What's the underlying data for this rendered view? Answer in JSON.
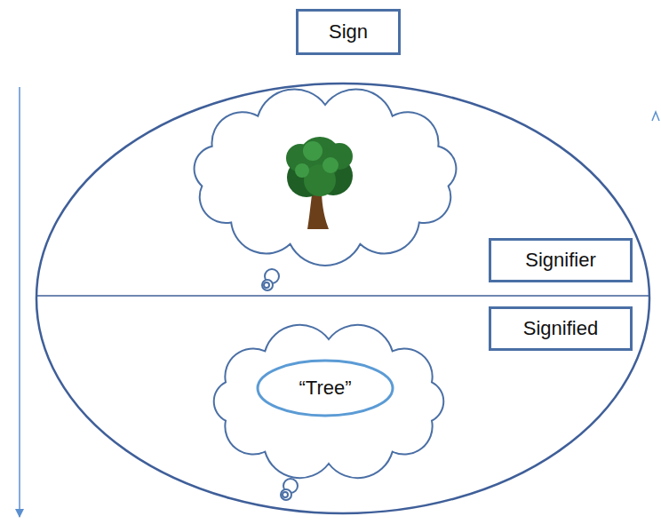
{
  "diagram": {
    "nodes": [
      {
        "text": [
          "Sign"
        ]
      },
      {
        "text": [
          "Signifier"
        ]
      },
      {
        "text": [
          "Signified"
        ]
      },
      {
        "text": [
          "“Tree”"
        ]
      }
    ]
  }
}
